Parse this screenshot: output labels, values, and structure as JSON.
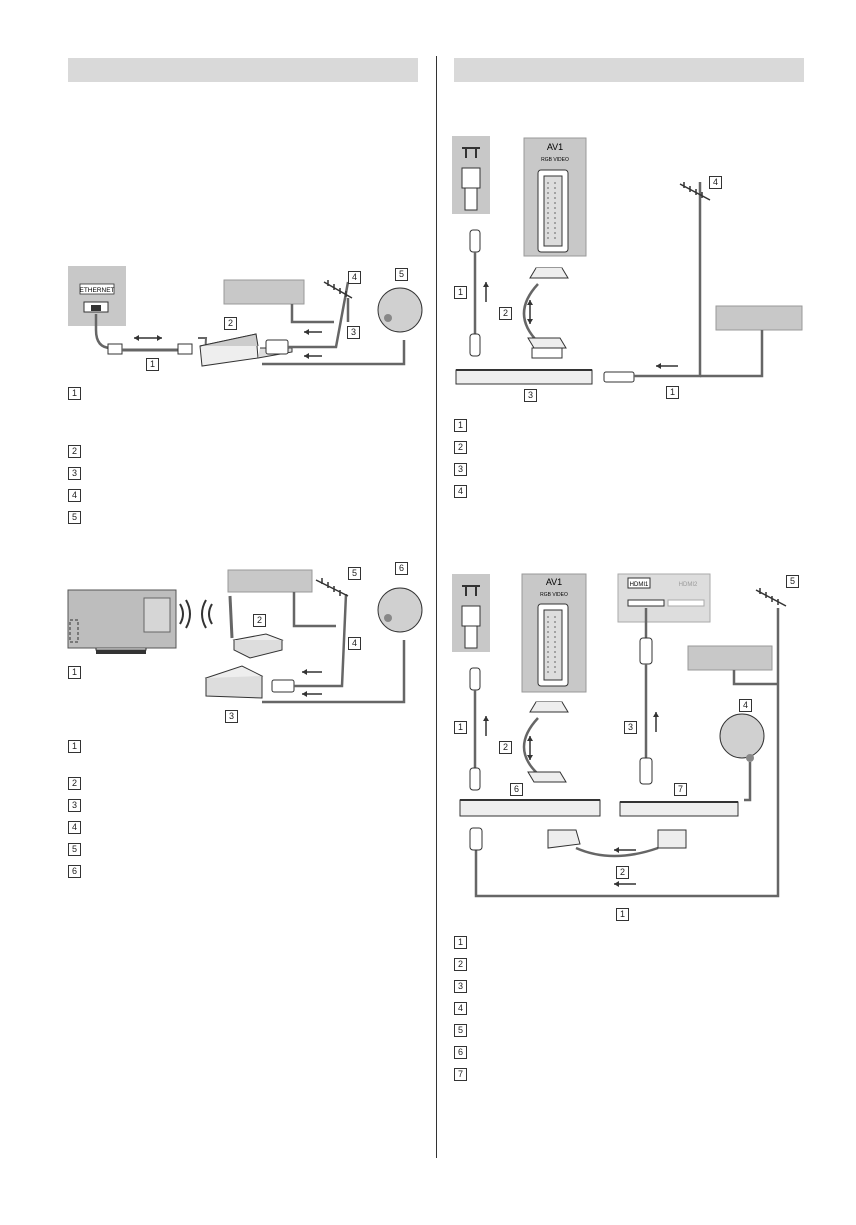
{
  "left_panel": {
    "figure1": {
      "ethernet_label": "ETHERNET",
      "callouts": [
        "1",
        "2",
        "3",
        "4",
        "5"
      ]
    },
    "figure1_list": [
      "1",
      "2",
      "3",
      "4",
      "5"
    ],
    "figure2": {
      "callouts": [
        "1",
        "2",
        "3",
        "4",
        "5",
        "6"
      ]
    },
    "figure2_list": [
      "1",
      "2",
      "3",
      "4",
      "5",
      "6"
    ]
  },
  "right_panel": {
    "figure1": {
      "av_label": "AV1",
      "av_sub": "RGB  VIDEO",
      "callouts": [
        "1",
        "2",
        "3",
        "4"
      ]
    },
    "figure1_list": [
      "1",
      "2",
      "3",
      "4"
    ],
    "figure2": {
      "av_label": "AV1",
      "av_sub": "RGB  VIDEO",
      "hdmi1": "HDMI1",
      "hdmi2": "HDMI2",
      "callouts": [
        "1",
        "2",
        "3",
        "4",
        "5",
        "6",
        "7"
      ]
    },
    "figure2_list": [
      "1",
      "2",
      "3",
      "4",
      "5",
      "6",
      "7"
    ]
  },
  "colors": {
    "header": "#d9d9d9",
    "cable": "#666666",
    "panel": "#c8c8c8"
  }
}
